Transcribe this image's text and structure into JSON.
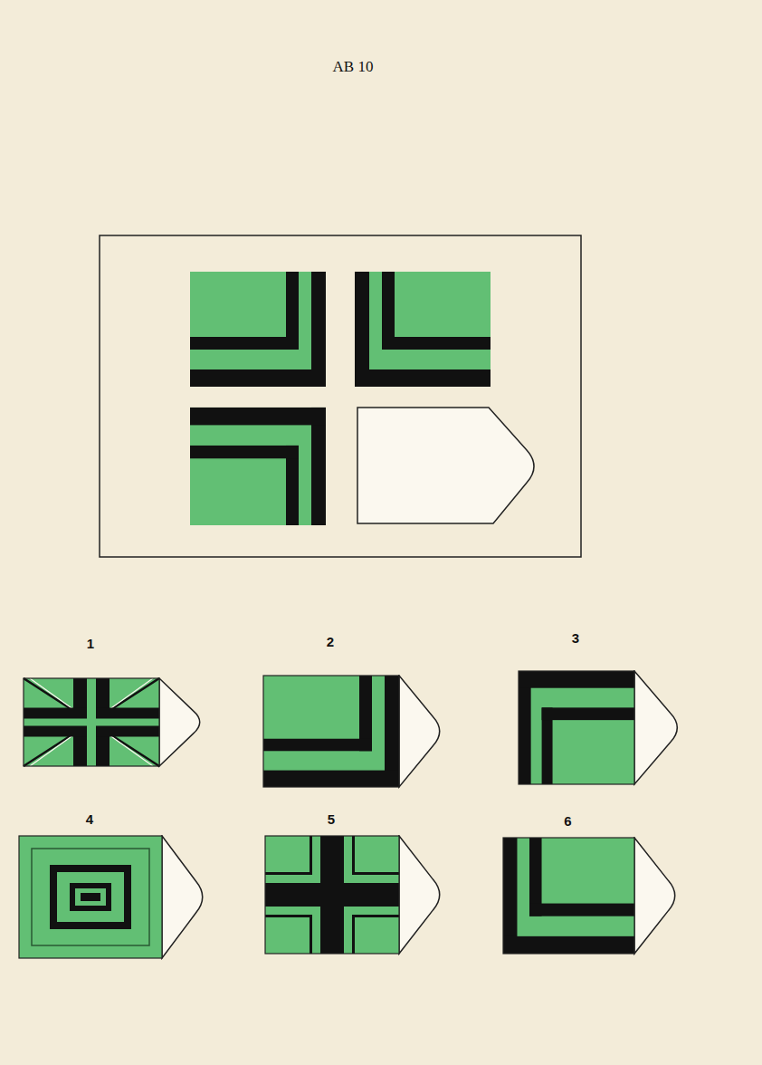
{
  "diagram": {
    "title": "AB 10",
    "nodes": [
      {
        "text": [
          "1"
        ]
      },
      {
        "text": [
          "2"
        ]
      },
      {
        "text": [
          "3"
        ]
      },
      {
        "text": [
          "4"
        ]
      },
      {
        "text": [
          "5"
        ]
      },
      {
        "text": [
          "6"
        ]
      }
    ]
  }
}
